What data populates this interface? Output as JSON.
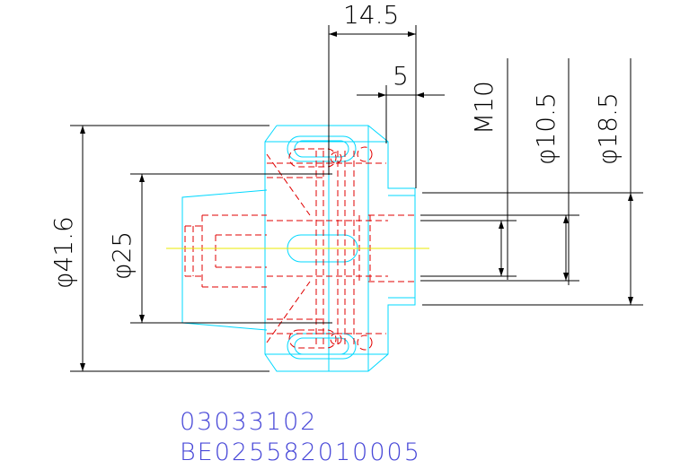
{
  "drawing": {
    "dimensions": {
      "overall_length": "14.5",
      "collar_length": "5",
      "thread": "M10",
      "bore_diameter": "φ10.5",
      "nose_diameter": "φ18.5",
      "flange_diameter": "φ41.6",
      "body_diameter": "φ25"
    },
    "part_codes": {
      "primary": "03033102",
      "secondary": "BE025582010005"
    },
    "colors": {
      "outline": "#00d8ff",
      "hidden": "#e00000",
      "centerline": "#e8e800",
      "dimension": "#000000",
      "code_text": "#4848d8"
    }
  }
}
